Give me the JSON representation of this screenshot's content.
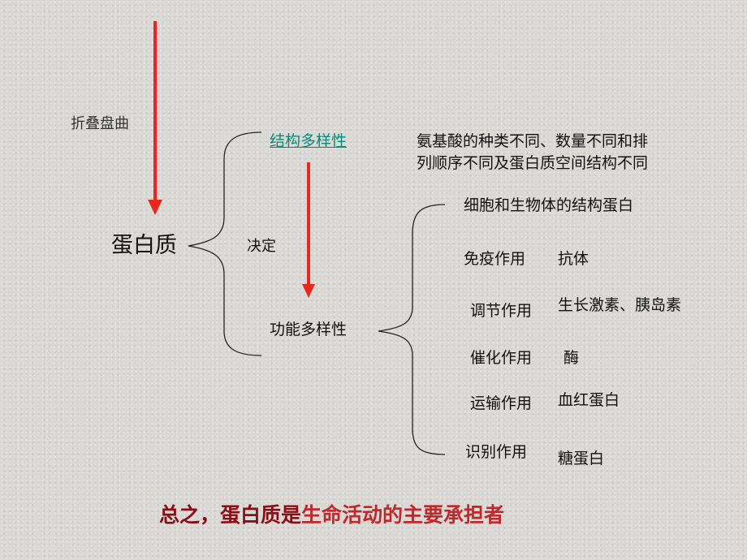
{
  "fold_label": "折叠盘曲",
  "root": "蛋白质",
  "decide": "决定",
  "structure": {
    "title": "结构多样性",
    "note_line1": "氨基酸的种类不同、数量不同和排",
    "note_line2": "列顺序不同及蛋白质空间结构不同"
  },
  "function": {
    "title": "功能多样性",
    "items": [
      {
        "role": "细胞和生物体的结构蛋白",
        "example": ""
      },
      {
        "role": "免疫作用",
        "example": "抗体"
      },
      {
        "role": "调节作用",
        "example": "生长激素、胰岛素"
      },
      {
        "role": "催化作用",
        "example": "酶"
      },
      {
        "role": "运输作用",
        "example": "血红蛋白"
      },
      {
        "role": "识别作用",
        "example": "糖蛋白"
      }
    ]
  },
  "summary": {
    "part1": "总之，蛋白质是",
    "part2": "生命活动的主要承担者"
  },
  "colors": {
    "arrow": "#e8281c",
    "link": "#0a8a7a",
    "summary_dark": "#8a0f15",
    "summary_red": "#c0282a"
  }
}
